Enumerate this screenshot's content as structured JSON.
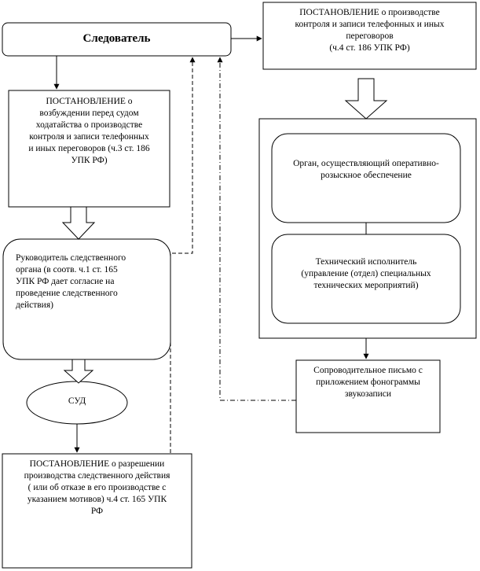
{
  "investigator": "Следователь",
  "decree_production": "ПОСТАНОВЛЕНИЕ  о производстве\nконтроля и записи телефонных  и иных\nпереговоров\n(ч.4 ст. 186  УПК РФ)",
  "decree_petition": "ПОСТАНОВЛЕНИЕ  о\nвозбуждении перед судом\nходатайства  о производстве\nконтроля и записи телефонных\nи иных  переговоров (ч.3 ст. 186\nУПК РФ)",
  "operative_body": "Орган, осуществляющий оперативно-\nрозыскное обеспечение",
  "technical_executor": "Технический  исполнитель\n(управление (отдел)  специальных\nтехнических  мероприятий)",
  "head_of_investigation": "Руководитель  следственного\nоргана (в соотв. ч.1 ст. 165\nУПК РФ дает согласие на\nпроведение следственного\nдействия)",
  "court": "СУД",
  "cover_letter": "Сопроводительное письмо с\nприложением фонограммы\nзвукозаписи",
  "decree_permission": "ПОСТАНОВЛЕНИЕ  о разрешении\nпроизводства  следственного  действия\n( или об отказе в его производстве  с\nуказанием мотивов) ч.4 ст. 165  УПК\nРФ"
}
